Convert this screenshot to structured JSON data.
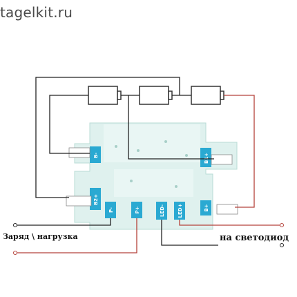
{
  "watermark": "tagelkit.ru",
  "pads": {
    "b_minus": "B-",
    "b1_plus": "B1+",
    "b2_plus": "B2+",
    "b_plus": "B+",
    "p_minus": "P-",
    "p_plus": "P+",
    "led_minus": "LED-",
    "led_plus": "LED+"
  },
  "labels": {
    "charge_load": "Заряд \\ нагрузка",
    "to_led": "на светодиод"
  },
  "colors": {
    "board": "#dff1ee",
    "pads": "#2aa9d2",
    "wire_black": "#222222",
    "wire_red": "#b5423a"
  }
}
